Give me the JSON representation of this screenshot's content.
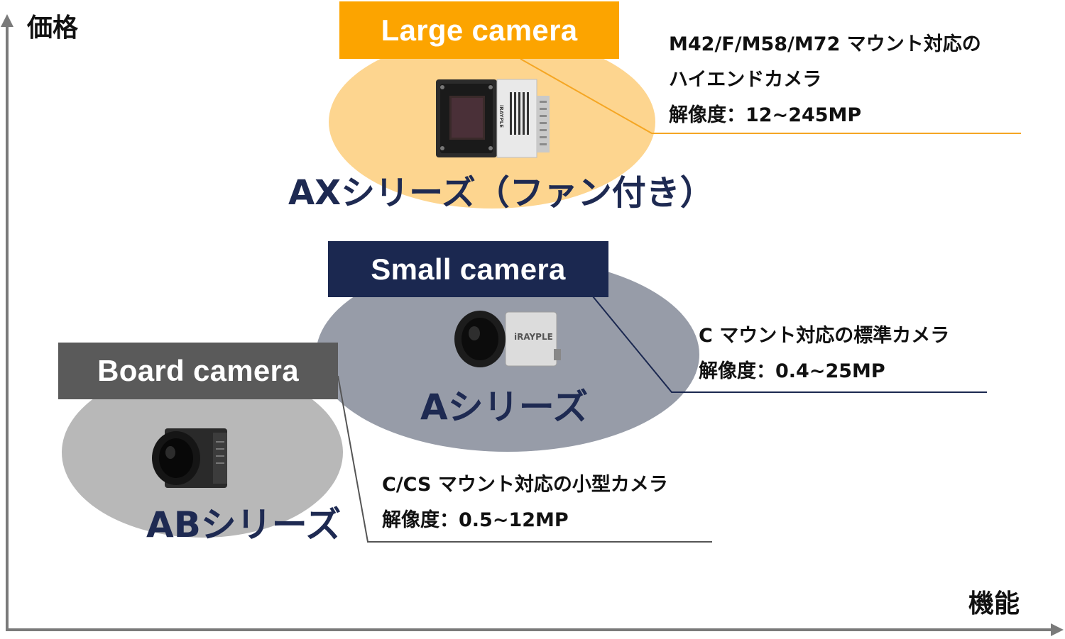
{
  "axes": {
    "y_label": "価格",
    "x_label": "機能"
  },
  "colors": {
    "large_ellipse": "#fdd58f",
    "large_tag": "#fca400",
    "large_line": "#f5a623",
    "small_ellipse": "#979ca8",
    "small_tag": "#1b2850",
    "small_line": "#1b2850",
    "board_ellipse": "#b8b8b8",
    "board_tag": "#5a5a5a",
    "board_line": "#555555",
    "series_text": "#1e2a52",
    "axis": "#7a7a7a"
  },
  "large": {
    "tag": "Large camera",
    "series": "AXシリーズ（ファン付き）",
    "camera_brand": "iRAYPLE",
    "desc": [
      "M42/F/M58/M72 マウント対応の",
      "ハイエンドカメラ",
      "解像度：12~245MP"
    ]
  },
  "small": {
    "tag": "Small camera",
    "series": "Aシリーズ",
    "camera_brand": "iRAYPLE",
    "desc": [
      "C マウント対応の標準カメラ",
      "解像度：0.4~25MP"
    ]
  },
  "board": {
    "tag": "Board camera",
    "series": "ABシリーズ",
    "desc": [
      "C/CS マウント対応の小型カメラ",
      "解像度：0.5~12MP"
    ]
  }
}
